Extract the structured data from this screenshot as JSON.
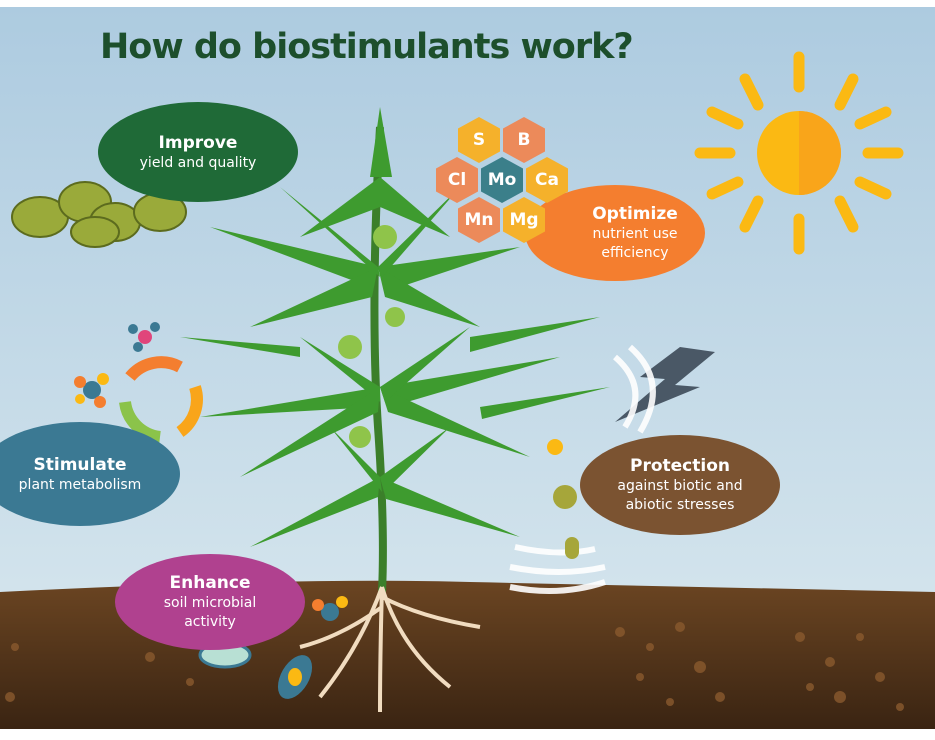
{
  "title": "How do biostimulants work?",
  "bubbles": {
    "improve": {
      "heading": "Improve",
      "text": "yield and quality",
      "color": "#1f6a37"
    },
    "optimize": {
      "heading": "Optimize",
      "text": "nutrient use efficiency",
      "color": "#f47e2f"
    },
    "stimulate": {
      "heading": "Stimulate",
      "text": "plant metabolism",
      "color": "#3b7993"
    },
    "protection": {
      "heading": "Protection",
      "text": "against biotic and abiotic stresses",
      "color": "#7b5331"
    },
    "enhance": {
      "heading": "Enhance",
      "text": "soil microbial activity",
      "color": "#b0418f"
    }
  },
  "nutrients": [
    "S",
    "B",
    "Cl",
    "Mo",
    "Ca",
    "Mn",
    "Mg"
  ],
  "colors": {
    "sky": "#b7d3e4",
    "soil": "#5b391d",
    "sun": "#fbb913",
    "leaf": "#3e9b2f"
  }
}
